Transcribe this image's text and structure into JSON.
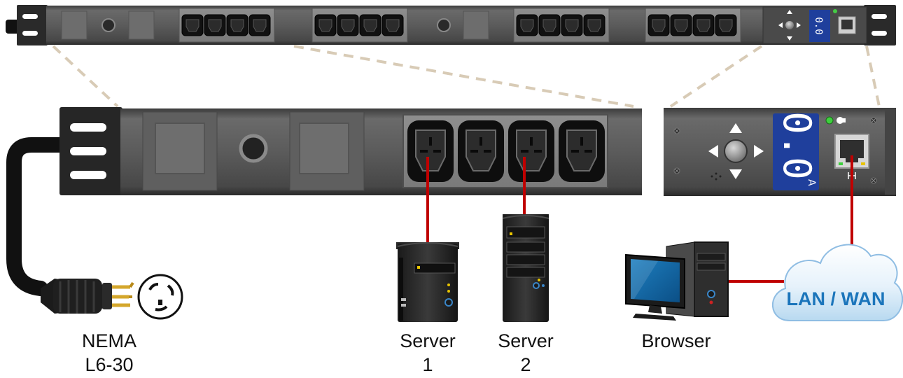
{
  "display": {
    "reading": "0.0",
    "unit": "A"
  },
  "labels": {
    "plug_line1": "NEMA",
    "plug_line2": "L6-30",
    "server1_line1": "Server",
    "server1_line2": "1",
    "server2_line1": "Server",
    "server2_line2": "2",
    "browser": "Browser",
    "network": "LAN / WAN"
  },
  "colors": {
    "pdu_body": "#5b5b5b",
    "outlet_bay": "#858585",
    "display_blue": "#1f3f9c",
    "cable_red": "#c00000",
    "zoom_lines": "#d8cbb6",
    "cloud_text": "#1b75bb"
  },
  "icons": [
    "power-strip-icon",
    "outlet-icon",
    "arrow-up-icon",
    "arrow-down-icon",
    "arrow-left-icon",
    "arrow-right-icon",
    "ethernet-port-icon",
    "led-icon",
    "server-tower-icon",
    "desktop-computer-icon",
    "monitor-icon",
    "cloud-icon",
    "plug-icon",
    "receptacle-icon"
  ]
}
